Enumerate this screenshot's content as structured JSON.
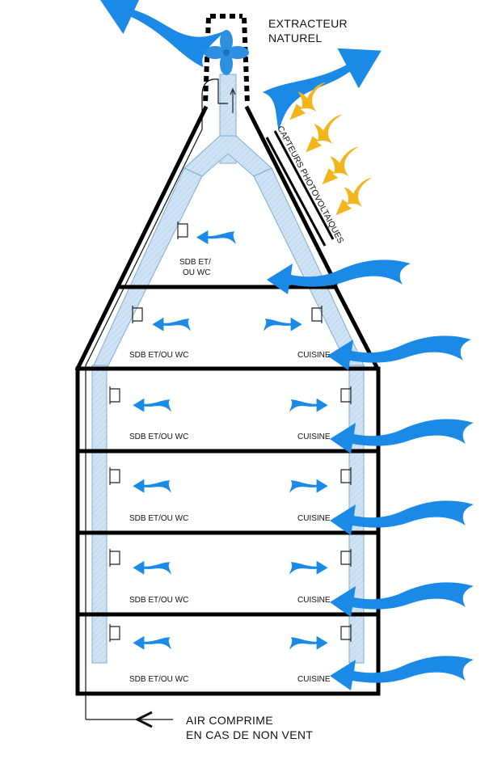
{
  "labels": {
    "extractor_line1": "EXTRACTEUR",
    "extractor_line2": "NATUREL",
    "pv_panels": "CAPTEURS PHOTOVOLTAIQUES",
    "attic_room_line1": "SDB ET/",
    "attic_room_line2": "OU WC",
    "compressed_air_line1": "AIR COMPRIME",
    "compressed_air_line2": "EN CAS DE NON VENT"
  },
  "floors": [
    {
      "left_room": "SDB ET/OU WC",
      "right_room": "CUISINE"
    },
    {
      "left_room": "SDB ET/OU WC",
      "right_room": "CUISINE"
    },
    {
      "left_room": "SDB ET/OU WC",
      "right_room": "CUISINE"
    },
    {
      "left_room": "SDB ET/OU WC",
      "right_room": "CUISINE"
    },
    {
      "left_room": "SDB ET/OU WC",
      "right_room": "CUISINE"
    }
  ],
  "colors": {
    "duct_fill": "#cfe3f4",
    "duct_stroke": "#7aaed6",
    "air_arrow": "#1a8ae6",
    "sun_arrow": "#f3b51c",
    "walls": "#000000"
  },
  "icons": {
    "fan": "fan-icon",
    "air_flow": "air-flow-arrow-icon",
    "sun_ray": "sun-ray-arrow-icon",
    "vent": "vent-grille-icon"
  }
}
